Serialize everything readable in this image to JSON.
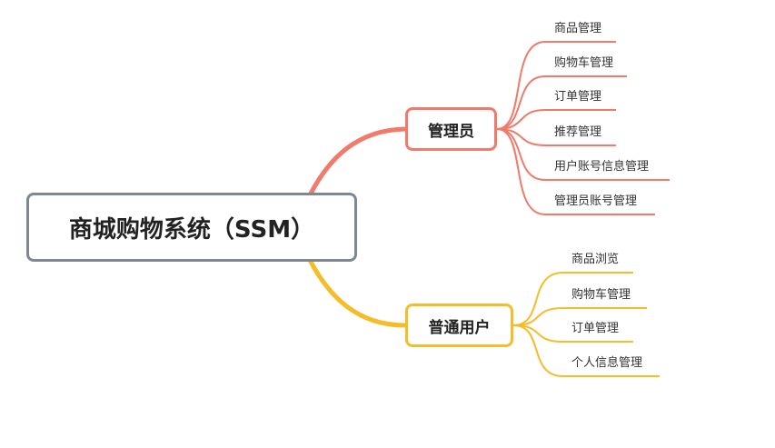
{
  "root": {
    "label": "商城购物系统（SSM）"
  },
  "branches": [
    {
      "label": "管理员",
      "color": "#f27a6a",
      "items": [
        "商品管理",
        "购物车管理",
        "订单管理",
        "推荐管理",
        "用户账号信息管理",
        "管理员账号管理"
      ]
    },
    {
      "label": "普通用户",
      "color": "#f5bd29",
      "items": [
        "商品浏览",
        "购物车管理",
        "订单管理",
        "个人信息管理"
      ]
    }
  ]
}
